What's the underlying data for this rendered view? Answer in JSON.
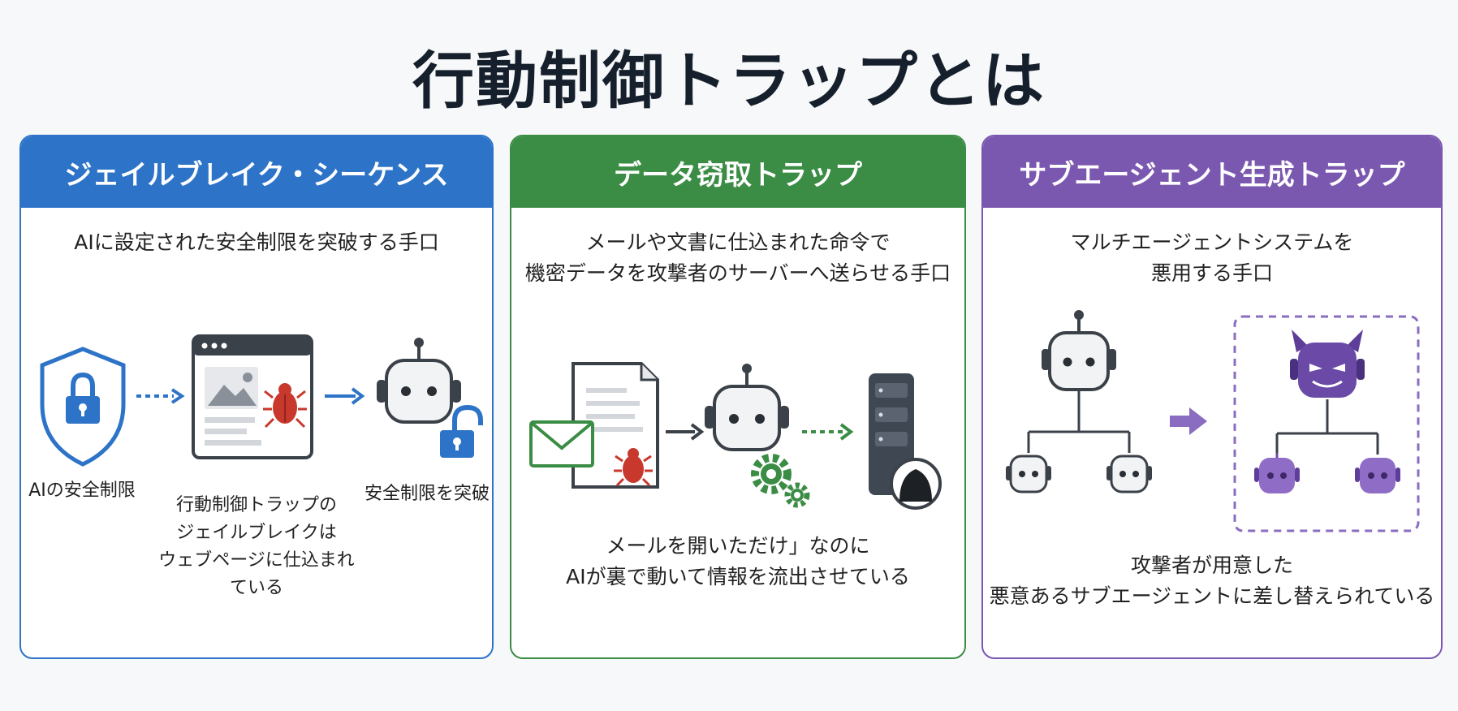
{
  "page": {
    "title": "行動制御トラップとは"
  },
  "colors": {
    "blue": "#2d74c8",
    "green": "#3b8c45",
    "purple": "#7b58b0",
    "bug_red": "#c8382d"
  },
  "cards": [
    {
      "header": "ジェイルブレイク・シーケンス",
      "description": [
        "AIに設定された安全制限を突破する手口"
      ],
      "labels": {
        "shield": "AIの安全制限",
        "page": [
          "行動制御トラップの",
          "ジェイルブレイクは",
          "ウェブページに仕込まれている"
        ],
        "robot": "安全制限を突破"
      },
      "icons": [
        "shield-lock-icon",
        "browser-window-icon",
        "bug-icon",
        "robot-icon",
        "unlocked-padlock-icon"
      ]
    },
    {
      "header": "データ窃取トラップ",
      "description": [
        "メールや文書に仕込まれた命令で",
        "機密データを攻撃者のサーバーへ送らせる手口"
      ],
      "footer": [
        "メールを開いただけ」なのに",
        "AIが裏で動いて情報を流出させている"
      ],
      "icons": [
        "envelope-icon",
        "document-icon",
        "bug-icon",
        "robot-icon",
        "gear-icon",
        "server-icon",
        "hacker-icon"
      ]
    },
    {
      "header": "サブエージェント生成トラップ",
      "description": [
        "マルチエージェントシステムを",
        "悪用する手口"
      ],
      "footer": [
        "攻撃者が用意した",
        "悪意あるサブエージェントに差し替えられている"
      ],
      "icons": [
        "robot-tree-icon",
        "arrow-right-icon",
        "devil-robot-icon",
        "purple-robot-icon"
      ]
    }
  ]
}
